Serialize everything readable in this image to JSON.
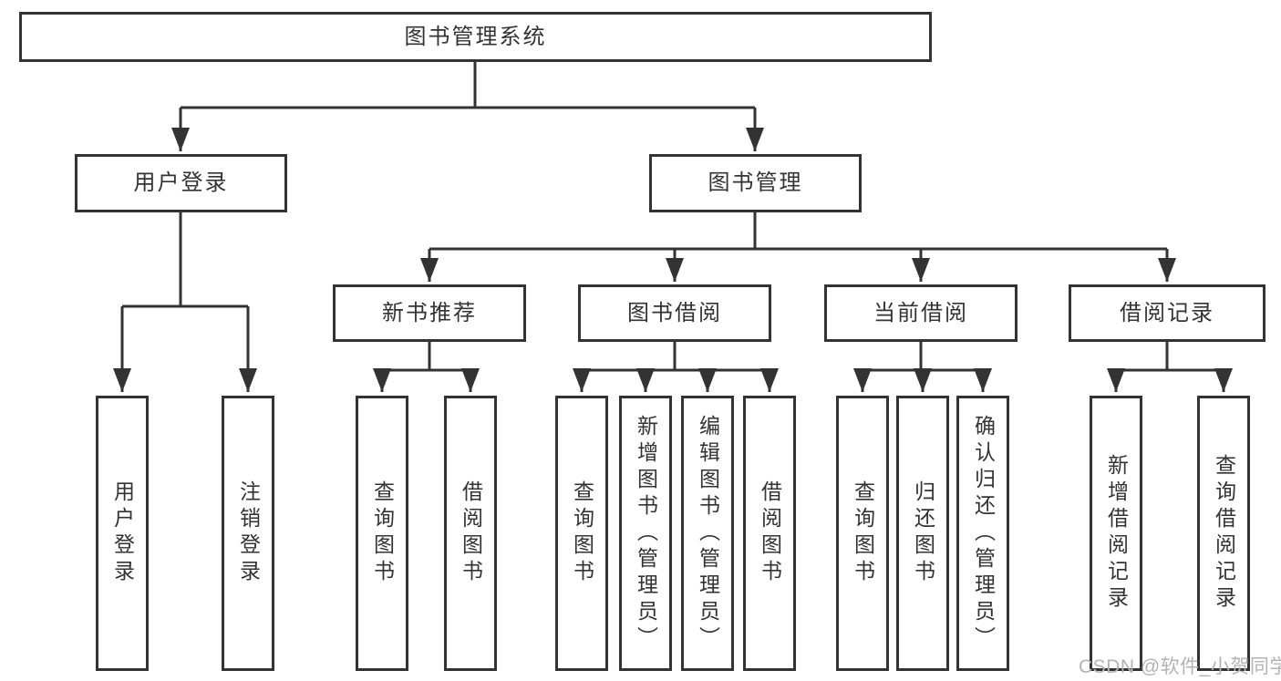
{
  "diagram": {
    "root_label": "图书管理系统",
    "level2": {
      "user_login_label": "用户登录",
      "book_mgmt_label": "图书管理"
    },
    "level3": {
      "new_books_label": "新书推荐",
      "book_borrow_label": "图书借阅",
      "current_borrow_label": "当前借阅",
      "borrow_records_label": "借阅记录"
    },
    "leaves": {
      "user_login": [
        "用户登录",
        "注销登录"
      ],
      "new_books": [
        "查询图书",
        "借阅图书"
      ],
      "book_borrow": [
        "查询图书",
        "新增图书（管理员）",
        "编辑图书（管理员）",
        "借阅图书"
      ],
      "current_borrow": [
        "查询图书",
        "归还图书",
        "确认归还（管理员）"
      ],
      "borrow_records": [
        "新增借阅记录",
        "查询借阅记录"
      ]
    }
  },
  "watermark": "CSDN @软件_小贺同学",
  "colors": {
    "line": "#333333",
    "text": "#333333",
    "box_background": "#ffffff",
    "watermark": "#b3b3b3",
    "background": "#ffffff"
  }
}
